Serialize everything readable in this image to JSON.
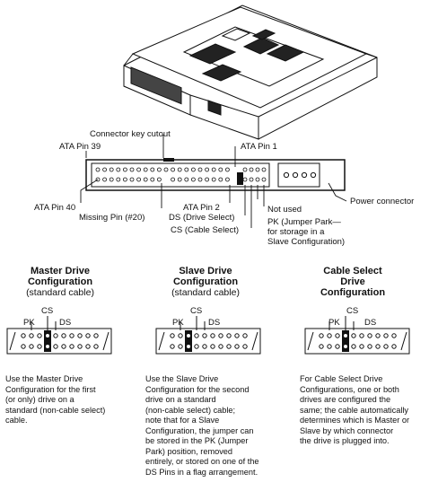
{
  "labels": {
    "connector_key_cutout": "Connector key cutout",
    "ata_pin_39": "ATA Pin 39",
    "ata_pin_1": "ATA Pin 1",
    "ata_pin_40": "ATA Pin 40",
    "ata_pin_2": "ATA Pin 2",
    "missing_pin": "Missing Pin (#20)",
    "ds": "DS (Drive Select)",
    "cs": "CS (Cable Select)",
    "not_used": "Not used",
    "pk": "PK (Jumper Park—\nfor storage in a\nSlave Configuration)",
    "power_connector": "Power connector"
  },
  "configs": [
    {
      "title": "Master Drive\nConfiguration",
      "subtitle": "(standard cable)",
      "cs": "CS",
      "pk": "PK",
      "ds": "DS",
      "description": "Use the Master Drive\nConfiguration for the first\n(or only) drive on a\nstandard (non-cable select)\ncable."
    },
    {
      "title": "Slave Drive\nConfiguration",
      "subtitle": "(standard cable)",
      "cs": "CS",
      "pk": "PK",
      "ds": "DS",
      "description": "Use the Slave Drive\nConfiguration for the second\ndrive on a standard\n(non-cable select) cable;\nnote that for a Slave\nConfiguration, the jumper can\nbe stored in the PK (Jumper\nPark) position, removed\nentirely, or stored on one of the\nDS Pins in a flag arrangement."
    },
    {
      "title": "Cable Select\nDrive\nConfiguration",
      "subtitle": "",
      "cs": "CS",
      "pk": "PK",
      "ds": "DS",
      "description": "For Cable Select Drive\nConfigurations, one or both\ndrives are configured the\nsame; the cable automatically\ndetermines which is Master or\nSlave by which connector\nthe drive is plugged into."
    }
  ]
}
